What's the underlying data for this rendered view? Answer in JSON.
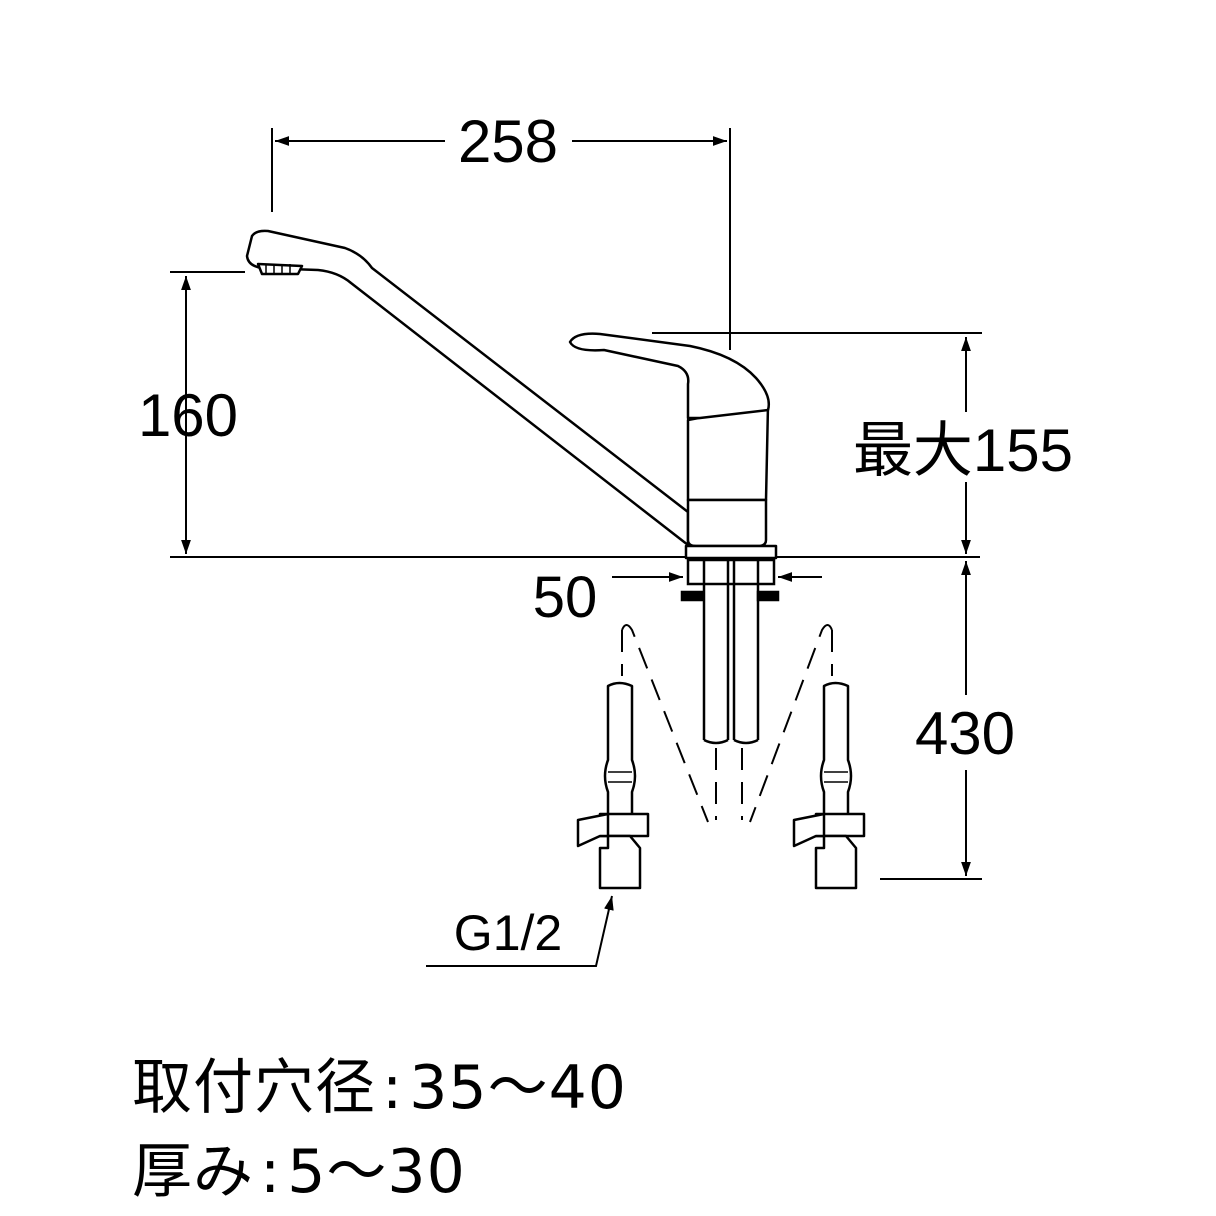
{
  "dimensions": {
    "width": "258",
    "spout_height": "160",
    "max_height": "最大155",
    "shank_spacing": "50",
    "hose_length": "430",
    "thread": "G1/2"
  },
  "notes": [
    {
      "label": "取付穴径",
      "value": "35〜40"
    },
    {
      "label": "厚み",
      "value": "5〜30"
    }
  ]
}
